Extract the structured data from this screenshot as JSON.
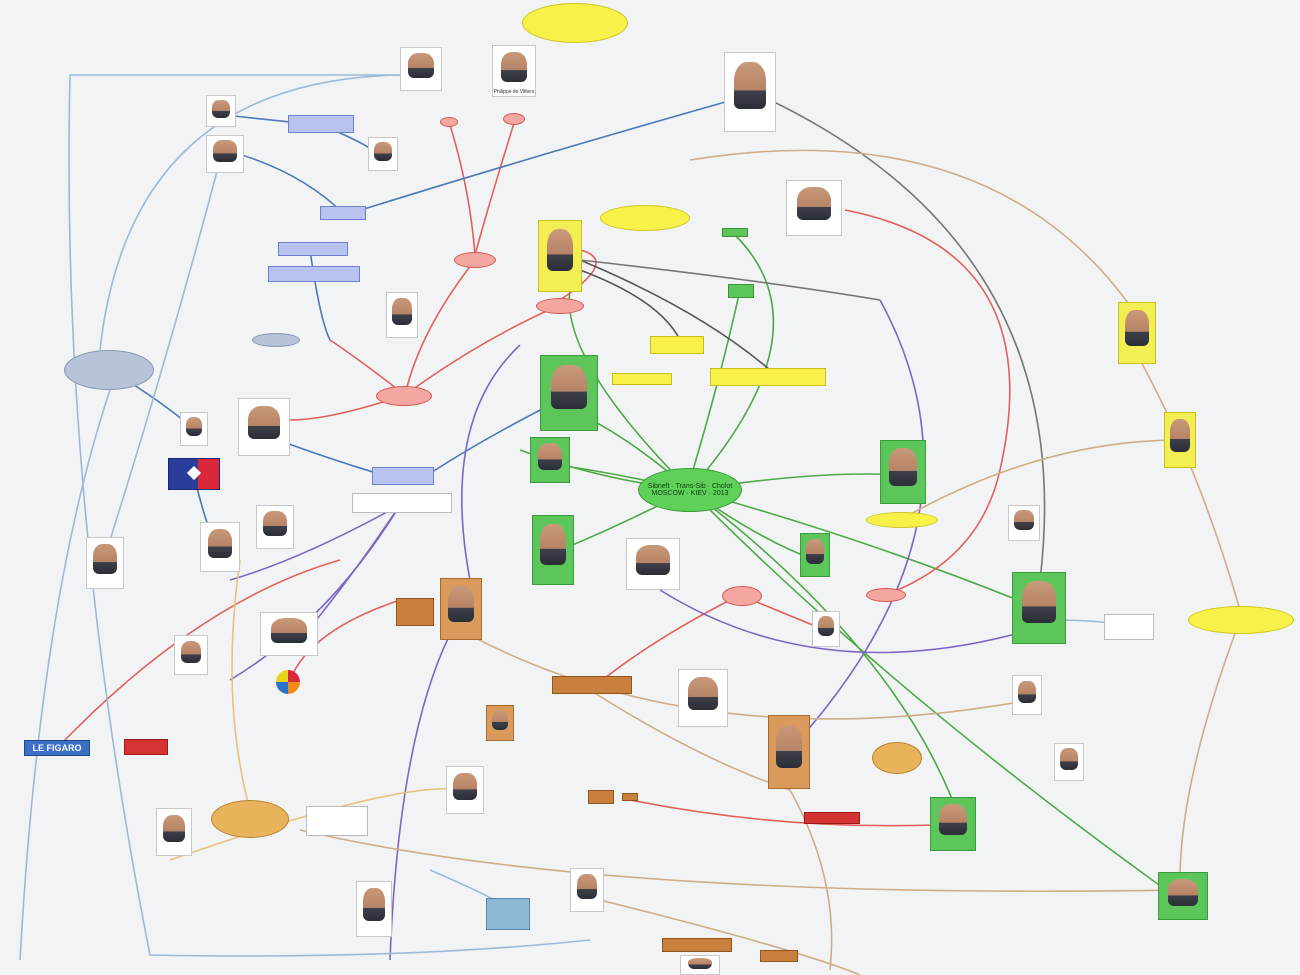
{
  "diagram": {
    "central_node": {
      "label": "Sibneft · Trans-Sib · Cholot",
      "sub": "MOSCOW · KIEV · 2013"
    },
    "banner": {
      "label": "LE FIGARO"
    },
    "photos": [
      {
        "id": "p1",
        "caption": "",
        "style": "plain"
      },
      {
        "id": "p2",
        "caption": "Philippe de Villiers",
        "style": "plain"
      },
      {
        "id": "p3",
        "caption": "",
        "style": "plain"
      },
      {
        "id": "p4",
        "caption": "",
        "style": "plain"
      },
      {
        "id": "p5",
        "caption": "",
        "style": "plain"
      },
      {
        "id": "p6",
        "caption": "",
        "style": "plain"
      },
      {
        "id": "p7",
        "caption": "",
        "style": "yellow"
      },
      {
        "id": "p8",
        "caption": "",
        "style": "plain"
      },
      {
        "id": "p9",
        "caption": "",
        "style": "plain"
      },
      {
        "id": "p10",
        "caption": "",
        "style": "green"
      },
      {
        "id": "p11",
        "caption": "",
        "style": "plain"
      },
      {
        "id": "p12",
        "caption": "",
        "style": "green"
      },
      {
        "id": "p13",
        "caption": "",
        "style": "green"
      },
      {
        "id": "p14",
        "caption": "",
        "style": "green"
      },
      {
        "id": "p15",
        "caption": "",
        "style": "yellow"
      },
      {
        "id": "p16",
        "caption": "",
        "style": "yellow"
      },
      {
        "id": "p17",
        "caption": "",
        "style": "plain"
      },
      {
        "id": "p18",
        "caption": "",
        "style": "plain"
      },
      {
        "id": "p19",
        "caption": "",
        "style": "plain"
      },
      {
        "id": "p20",
        "caption": "",
        "style": "plain"
      },
      {
        "id": "p21",
        "caption": "",
        "style": "plain"
      },
      {
        "id": "p22",
        "caption": "",
        "style": "plain"
      },
      {
        "id": "p23",
        "caption": "",
        "style": "orange"
      },
      {
        "id": "p24",
        "caption": "",
        "style": "green"
      },
      {
        "id": "p25",
        "caption": "",
        "style": "green"
      },
      {
        "id": "p26",
        "caption": "",
        "style": "plain"
      },
      {
        "id": "p27",
        "caption": "",
        "style": "plain"
      },
      {
        "id": "p28",
        "caption": "",
        "style": "orange"
      },
      {
        "id": "p29",
        "caption": "",
        "style": "orange"
      },
      {
        "id": "p30",
        "caption": "",
        "style": "plain"
      },
      {
        "id": "p31",
        "caption": "",
        "style": "plain"
      },
      {
        "id": "p32",
        "caption": "",
        "style": "plain"
      },
      {
        "id": "p33",
        "caption": "",
        "style": "green"
      },
      {
        "id": "p34",
        "caption": "",
        "style": "plain"
      },
      {
        "id": "p35",
        "caption": "",
        "style": "plain"
      },
      {
        "id": "p36",
        "caption": "",
        "style": "plain"
      },
      {
        "id": "p37",
        "caption": "",
        "style": "plain"
      },
      {
        "id": "p38",
        "caption": "",
        "style": "plain"
      },
      {
        "id": "p39",
        "caption": "",
        "style": "green"
      },
      {
        "id": "p40",
        "caption": "",
        "style": "green"
      }
    ],
    "boxes": [
      {
        "id": "x1",
        "label": "",
        "style": "b-orange"
      },
      {
        "id": "x2",
        "label": "",
        "style": "b-orange"
      },
      {
        "id": "x3",
        "label": "",
        "style": "b-orange"
      },
      {
        "id": "x4",
        "label": "",
        "style": "b-orange"
      },
      {
        "id": "x5",
        "label": "",
        "style": "b-orange"
      },
      {
        "id": "x6",
        "label": "",
        "style": "b-yellow"
      },
      {
        "id": "x7",
        "label": "",
        "style": "b-yellow"
      },
      {
        "id": "x8",
        "label": "",
        "style": "b-yellow"
      },
      {
        "id": "x9",
        "label": "",
        "style": "b-green"
      },
      {
        "id": "x10",
        "label": "",
        "style": "b-green"
      },
      {
        "id": "x11",
        "label": "",
        "style": "b-blue"
      },
      {
        "id": "x12",
        "label": "",
        "style": "b-blue"
      },
      {
        "id": "x13",
        "label": "",
        "style": "b-blue"
      },
      {
        "id": "x14",
        "label": "",
        "style": "b-blue"
      },
      {
        "id": "x15",
        "label": "",
        "style": "b-blue"
      },
      {
        "id": "x16",
        "label": "",
        "style": "b-white"
      },
      {
        "id": "x17",
        "label": "",
        "style": "b-red"
      },
      {
        "id": "x18",
        "label": "",
        "style": "b-orange"
      },
      {
        "id": "x19",
        "label": "",
        "style": "b-orange"
      }
    ],
    "ellipses": [
      {
        "id": "e1",
        "label": "",
        "style": "e-yellow"
      },
      {
        "id": "e2",
        "label": "",
        "style": "e-yellow"
      },
      {
        "id": "e3",
        "label": "",
        "style": "e-yellow"
      },
      {
        "id": "e4",
        "label": "",
        "style": "e-yellow"
      },
      {
        "id": "e5",
        "label": "",
        "style": "e-grey"
      },
      {
        "id": "e6",
        "label": "",
        "style": "e-orange"
      },
      {
        "id": "e7",
        "label": "",
        "style": "e-orange"
      },
      {
        "id": "e8",
        "label": "",
        "style": "e-red"
      },
      {
        "id": "e9",
        "label": "",
        "style": "e-red"
      },
      {
        "id": "e10",
        "label": "",
        "style": "e-red"
      },
      {
        "id": "e11",
        "label": "",
        "style": "e-red"
      },
      {
        "id": "e12",
        "label": "",
        "style": "e-red"
      }
    ],
    "colors": {
      "background": "#f2f3f5",
      "green_edge": "#4caa44",
      "red_edge": "#e2605a",
      "blue_edge": "#4a78b8",
      "purple_edge": "#7d66c2",
      "tan_edge": "#cfae86",
      "grey_edge": "#777777",
      "lightblue_edge": "#9db9d8"
    }
  }
}
